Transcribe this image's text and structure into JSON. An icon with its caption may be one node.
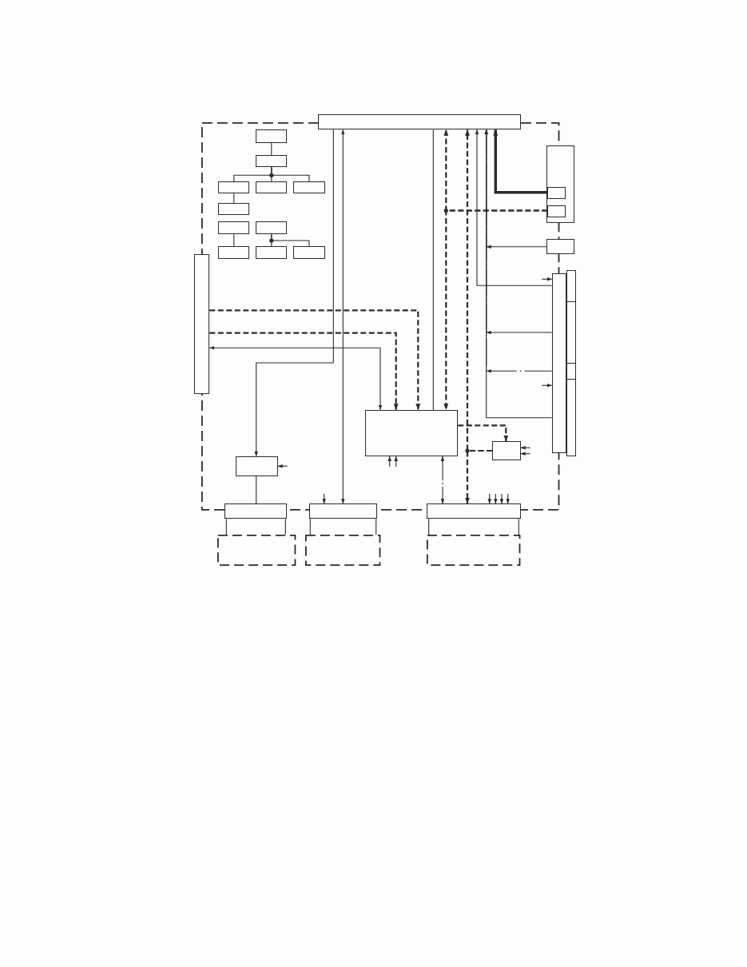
{
  "diagram": {
    "nodes": [
      {
        "text": [],
        "shape": "box"
      },
      {
        "text": [],
        "shape": "box"
      },
      {
        "text": [],
        "shape": "box",
        "in": 0
      },
      {
        "text": [],
        "shape": "box",
        "in": 0
      },
      {
        "text": [],
        "shape": "box",
        "in": 0
      },
      {
        "text": [],
        "shape": "box",
        "in": 0
      },
      {
        "text": [],
        "shape": "box",
        "in": 0
      },
      {
        "text": [],
        "shape": "box",
        "in": 0
      },
      {
        "text": [],
        "shape": "box",
        "in": 0
      },
      {
        "text": [],
        "shape": "box",
        "in": 0
      },
      {
        "text": [],
        "shape": "box",
        "in": 0
      },
      {
        "text": [],
        "shape": "box",
        "in": 0
      },
      {
        "text": [],
        "shape": "box",
        "in": 0
      },
      {
        "text": [],
        "shape": "box"
      },
      {
        "text": [],
        "shape": "box",
        "in": 13
      },
      {
        "text": [],
        "shape": "box",
        "in": 13
      },
      {
        "text": [],
        "shape": "box"
      },
      {
        "text": [],
        "shape": "box"
      },
      {
        "text": [],
        "shape": "box"
      },
      {
        "text": [],
        "shape": "box"
      },
      {
        "text": [],
        "shape": "box"
      },
      {
        "text": [],
        "shape": "box"
      },
      {
        "text": [],
        "shape": "box"
      },
      {
        "text": [],
        "shape": "box",
        "in": 0
      },
      {
        "text": [],
        "shape": "box",
        "in": 0
      },
      {
        "text": [],
        "shape": "box",
        "in": 0
      },
      {
        "text": [],
        "shape": "box"
      },
      {
        "text": [],
        "shape": "box"
      },
      {
        "text": [],
        "shape": "box"
      },
      {
        "text": [],
        "shape": "box"
      },
      {
        "text": [],
        "shape": "box"
      },
      {
        "text": [],
        "shape": "box"
      }
    ],
    "edges": [
      {
        "from": 2,
        "to": 3,
        "arrow": "none"
      },
      {
        "from": 3,
        "to": 4,
        "arrow": "none"
      },
      {
        "from": 3,
        "to": 5,
        "arrow": "none"
      },
      {
        "from": 3,
        "to": 6,
        "arrow": "none"
      },
      {
        "from": 4,
        "to": 7,
        "arrow": "none"
      },
      {
        "from": 8,
        "to": 10,
        "arrow": "none"
      },
      {
        "from": 9,
        "to": 11,
        "arrow": "none"
      },
      {
        "from": 9,
        "to": 12,
        "arrow": "none"
      },
      {
        "from": 1,
        "to": 25,
        "arrow": "to"
      },
      {
        "from": 1,
        "to": 27,
        "arrow": "both"
      },
      {
        "from": 1,
        "to": 23,
        "arrow": "none"
      },
      {
        "from": 15,
        "to": 1,
        "arrow": "to",
        "style": "dashed"
      },
      {
        "from": 15,
        "to": 23,
        "arrow": "to",
        "style": "dashed"
      },
      {
        "from": 24,
        "to": 1,
        "arrow": "to",
        "style": "dashed"
      },
      {
        "from": 24,
        "to": 28,
        "arrow": "to",
        "style": "dashed"
      },
      {
        "from": 14,
        "to": 1,
        "arrow": "to",
        "style": "thick"
      },
      {
        "from": 18,
        "to": 1,
        "arrow": "to"
      },
      {
        "from": 18,
        "to": 1,
        "arrow": "to"
      },
      {
        "from": 16,
        "to": 1,
        "arrow": "to"
      },
      {
        "from": 18,
        "to": 1,
        "arrow": "to"
      },
      {
        "from": 18,
        "to": 1,
        "arrow": "to",
        "style": "dashed"
      },
      {
        "from": 17,
        "to": 23,
        "arrow": "to",
        "style": "dashed"
      },
      {
        "from": 17,
        "to": 23,
        "arrow": "to",
        "style": "dashed"
      },
      {
        "from": 17,
        "to": 23,
        "arrow": "both"
      },
      {
        "from": 23,
        "to": 28,
        "arrow": "both",
        "style": "dashed"
      },
      {
        "from": 23,
        "to": 24,
        "arrow": "to",
        "style": "dashed"
      },
      {
        "from": 25,
        "to": 26,
        "arrow": "none"
      },
      {
        "from": 26,
        "to": 29,
        "arrow": "none"
      },
      {
        "from": 26,
        "to": 29,
        "arrow": "none"
      },
      {
        "from": 27,
        "to": 30,
        "arrow": "none"
      },
      {
        "from": 27,
        "to": 30,
        "arrow": "none"
      },
      {
        "from": 28,
        "to": 31,
        "arrow": "none"
      },
      {
        "from": 28,
        "to": 31,
        "arrow": "none"
      },
      {
        "from": null,
        "to": 23,
        "arrow": "to"
      },
      {
        "from": null,
        "to": 23,
        "arrow": "to"
      },
      {
        "from": null,
        "to": 24,
        "arrow": "to"
      },
      {
        "from": null,
        "to": 24,
        "arrow": "to"
      },
      {
        "from": null,
        "to": 28,
        "arrow": "to"
      },
      {
        "from": null,
        "to": 28,
        "arrow": "to"
      },
      {
        "from": null,
        "to": 28,
        "arrow": "to"
      },
      {
        "from": null,
        "to": 28,
        "arrow": "to"
      },
      {
        "from": null,
        "to": 27,
        "arrow": "to"
      },
      {
        "from": null,
        "to": 25,
        "arrow": "to"
      },
      {
        "from": null,
        "to": 18,
        "arrow": "to"
      },
      {
        "from": null,
        "to": 18,
        "arrow": "to"
      }
    ]
  }
}
